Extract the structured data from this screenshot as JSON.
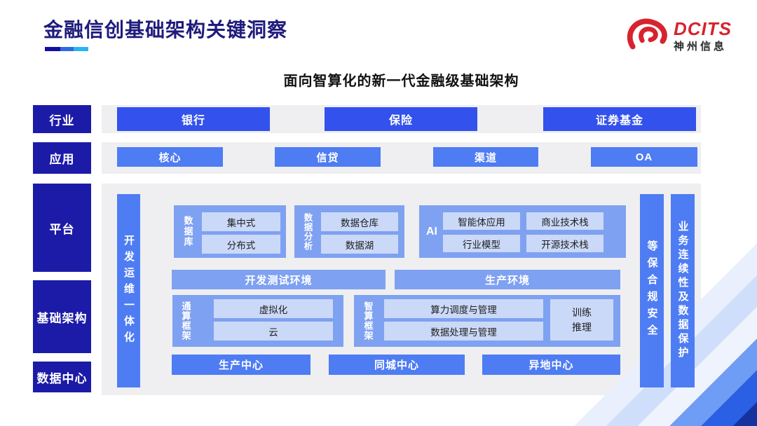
{
  "header": {
    "title": "金融信创基础架构关键洞察",
    "logo": {
      "brand": "DCITS",
      "company": "神州信息"
    }
  },
  "subtitle": "面向智算化的新一代金融级基础架构",
  "sidebar": {
    "items": [
      "行业",
      "应用",
      "平台",
      "基础架构",
      "数据中心"
    ]
  },
  "industry": {
    "buttons": [
      "银行",
      "保险",
      "证券基金"
    ]
  },
  "application": {
    "buttons": [
      "核心",
      "信贷",
      "渠道",
      "OA"
    ]
  },
  "platform": {
    "devops_bar": "开发运维一体化",
    "security_bar": "等保合规安全",
    "continuity_bar": "业务连续性及数据保护",
    "database": {
      "label": "数据库",
      "items": [
        "集中式",
        "分布式"
      ]
    },
    "analytics": {
      "label": "数据分析",
      "items": [
        "数据仓库",
        "数据湖"
      ]
    },
    "ai": {
      "label": "AI",
      "items": [
        "智能体应用",
        "商业技术栈",
        "行业模型",
        "开源技术栈"
      ]
    },
    "environments": [
      "开发测试环境",
      "生产环境"
    ],
    "general_framework": {
      "label": "通算框架",
      "items": [
        "虚拟化",
        "云"
      ]
    },
    "intelligent_framework": {
      "label": "智算框架",
      "items": [
        "算力调度与管理",
        "数据处理与管理"
      ],
      "side_item": "训练推理"
    },
    "centers": [
      "生产中心",
      "同城中心",
      "异地中心"
    ]
  },
  "colors": {
    "title_navy": "#1e1b7c",
    "sidebar_navy": "#1c1ba8",
    "strong_blue": "#3351ec",
    "primary_blue": "#4e7cf3",
    "group_blue": "#7fa1f1",
    "light_blue": "#cbd9f8",
    "panel_gray": "#efeff1",
    "logo_red": "#d7232e",
    "underline_segments": [
      "#140fa0",
      "#2f6be0",
      "#2ab4ef"
    ]
  }
}
